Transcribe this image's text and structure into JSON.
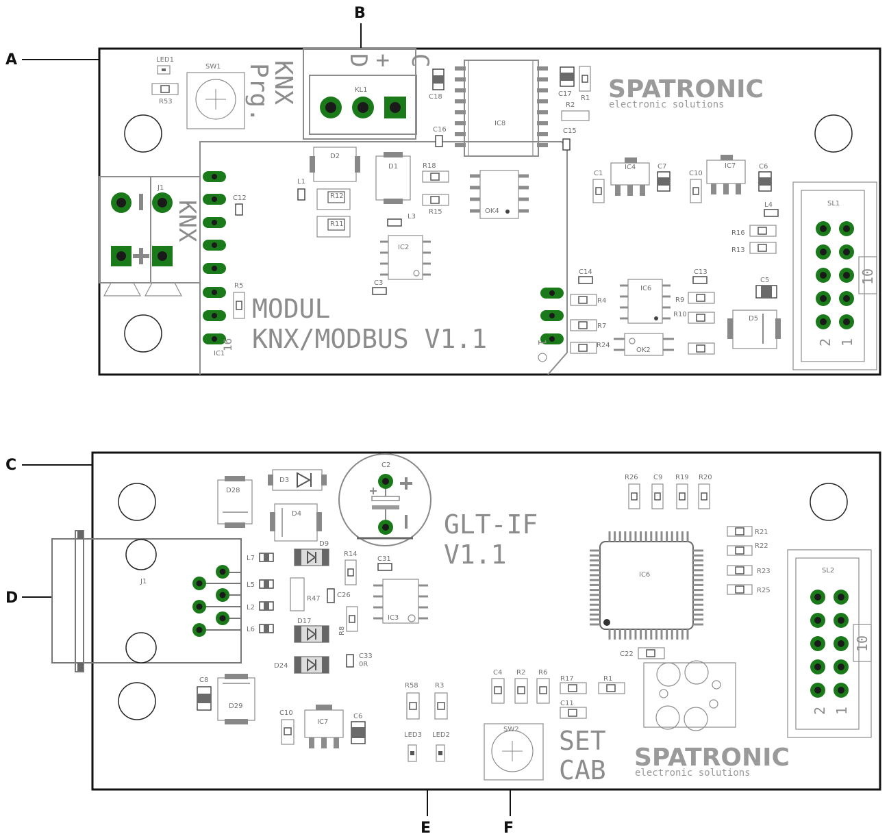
{
  "callouts": {
    "A": "A",
    "B": "B",
    "C": "C",
    "D": "D",
    "E": "E",
    "F": "F"
  },
  "top_board": {
    "logo": "SPATRONIC",
    "logo_sub": "electronic   solutions",
    "module_line1": "MODUL",
    "module_line2": "KNX/MODBUS  V1.1",
    "prg_text": "Prg.",
    "knx_prg_text": "KNX",
    "knx_text": "KNX",
    "kl1_labels": [
      "D",
      "+",
      "C"
    ],
    "num16": "16",
    "num1": "1",
    "sl1_nums": [
      "2",
      "1",
      "10"
    ],
    "labels": {
      "LED1": "LED1",
      "SW1": "SW1",
      "R53": "R53",
      "KL1": "KL1",
      "C18": "C18",
      "C17": "C17",
      "R1": "R1",
      "R2": "R2",
      "IC8": "IC8",
      "C16": "C16",
      "C15": "C15",
      "J1": "J1",
      "C12": "C12",
      "D2": "D2",
      "D1": "D1",
      "R18": "R18",
      "L1": "L1",
      "R12": "R12",
      "R15": "R15",
      "OK4": "OK4",
      "R11": "R11",
      "L3": "L3",
      "IC2": "IC2",
      "R5": "R5",
      "C3": "C3",
      "IC1": "IC1",
      "C1": "C1",
      "IC4": "IC4",
      "C7": "C7",
      "C10": "C10",
      "IC7": "IC7",
      "C6": "C6",
      "L4": "L4",
      "R16": "R16",
      "R13": "R13",
      "SL1": "SL1",
      "C14": "C14",
      "C13": "C13",
      "C5": "C5",
      "IC6": "IC6",
      "R4": "R4",
      "R9": "R9",
      "R10": "R10",
      "R7": "R7",
      "D5": "D5",
      "R24": "R24",
      "OK2": "OK2"
    }
  },
  "bottom_board": {
    "logo": "SPATRONIC",
    "logo_sub": "electronic   solutions",
    "title_line1": "GLT-IF",
    "title_line2": "V1.1",
    "set": "SET",
    "cab": "CAB",
    "sl2_nums": [
      "2",
      "1",
      "10"
    ],
    "labels": {
      "C2": "C2",
      "D3": "D3",
      "D28": "D28",
      "D4": "D4",
      "R26": "R26",
      "C9": "C9",
      "R19": "R19",
      "R20": "R20",
      "R21": "R21",
      "R22": "R22",
      "R23": "R23",
      "R25": "R25",
      "SL2": "SL2",
      "J1": "J1",
      "L7": "L7",
      "D9": "D9",
      "R14": "R14",
      "C31": "C31",
      "L5": "L5",
      "C26": "C26",
      "R47": "R47",
      "L2": "L2",
      "IC3": "IC3",
      "L6": "L6",
      "D17": "D17",
      "R8": "R8",
      "IC6": "IC6",
      "C22": "C22",
      "D24": "D24",
      "C33": "C33",
      "OR": "0R",
      "C8": "C8",
      "D29": "D29",
      "C10": "C10",
      "IC7": "IC7",
      "C6": "C6",
      "R58": "R58",
      "R3": "R3",
      "C4": "C4",
      "R2": "R2",
      "R6": "R6",
      "R17": "R17",
      "R1": "R1",
      "C11": "C11",
      "LED3": "LED3",
      "LED2": "LED2",
      "SW2": "SW2"
    }
  }
}
